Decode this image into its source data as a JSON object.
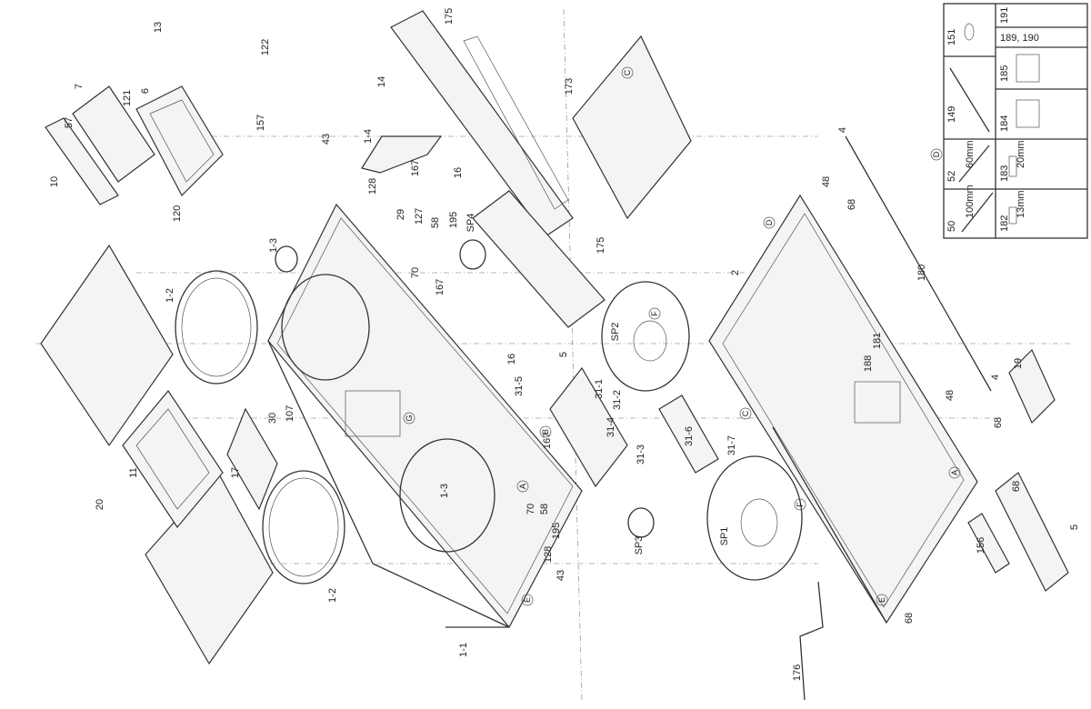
{
  "title": "Exploded parts diagram",
  "part_labels": [
    "13",
    "122",
    "7",
    "121",
    "6",
    "157",
    "57",
    "10",
    "120",
    "175",
    "14",
    "43",
    "1-4",
    "16",
    "167",
    "128",
    "29",
    "127",
    "58",
    "195",
    "SP4",
    "167",
    "70",
    "1-3",
    "173",
    "175",
    "4",
    "48",
    "68",
    "2",
    "180",
    "1-2",
    "5",
    "31-1",
    "31-2",
    "31-5",
    "31-4",
    "31-3",
    "31-6",
    "31-7",
    "30",
    "107",
    "17",
    "11",
    "20",
    "167",
    "70",
    "58",
    "195",
    "128",
    "43",
    "SP3",
    "SP1",
    "1-3",
    "1-1",
    "1-2",
    "176",
    "156",
    "68",
    "68",
    "5",
    "48",
    "4",
    "68",
    "19",
    "188",
    "181",
    "SP2",
    "16"
  ],
  "reference_marks": [
    "A",
    "B",
    "C",
    "D",
    "E",
    "F",
    "G",
    "C",
    "D",
    "A",
    "E",
    "F"
  ],
  "inset_box": {
    "cells": [
      {
        "number": "151"
      },
      {
        "number": "149"
      },
      {
        "number": "52",
        "size": "60mm"
      },
      {
        "number": "50",
        "size": "100mm"
      },
      {
        "number": "191"
      },
      {
        "number": "189, 190"
      },
      {
        "number": "185"
      },
      {
        "number": "184"
      },
      {
        "number": "183",
        "size": "20mm"
      },
      {
        "number": "182",
        "size": "13mm"
      }
    ]
  }
}
